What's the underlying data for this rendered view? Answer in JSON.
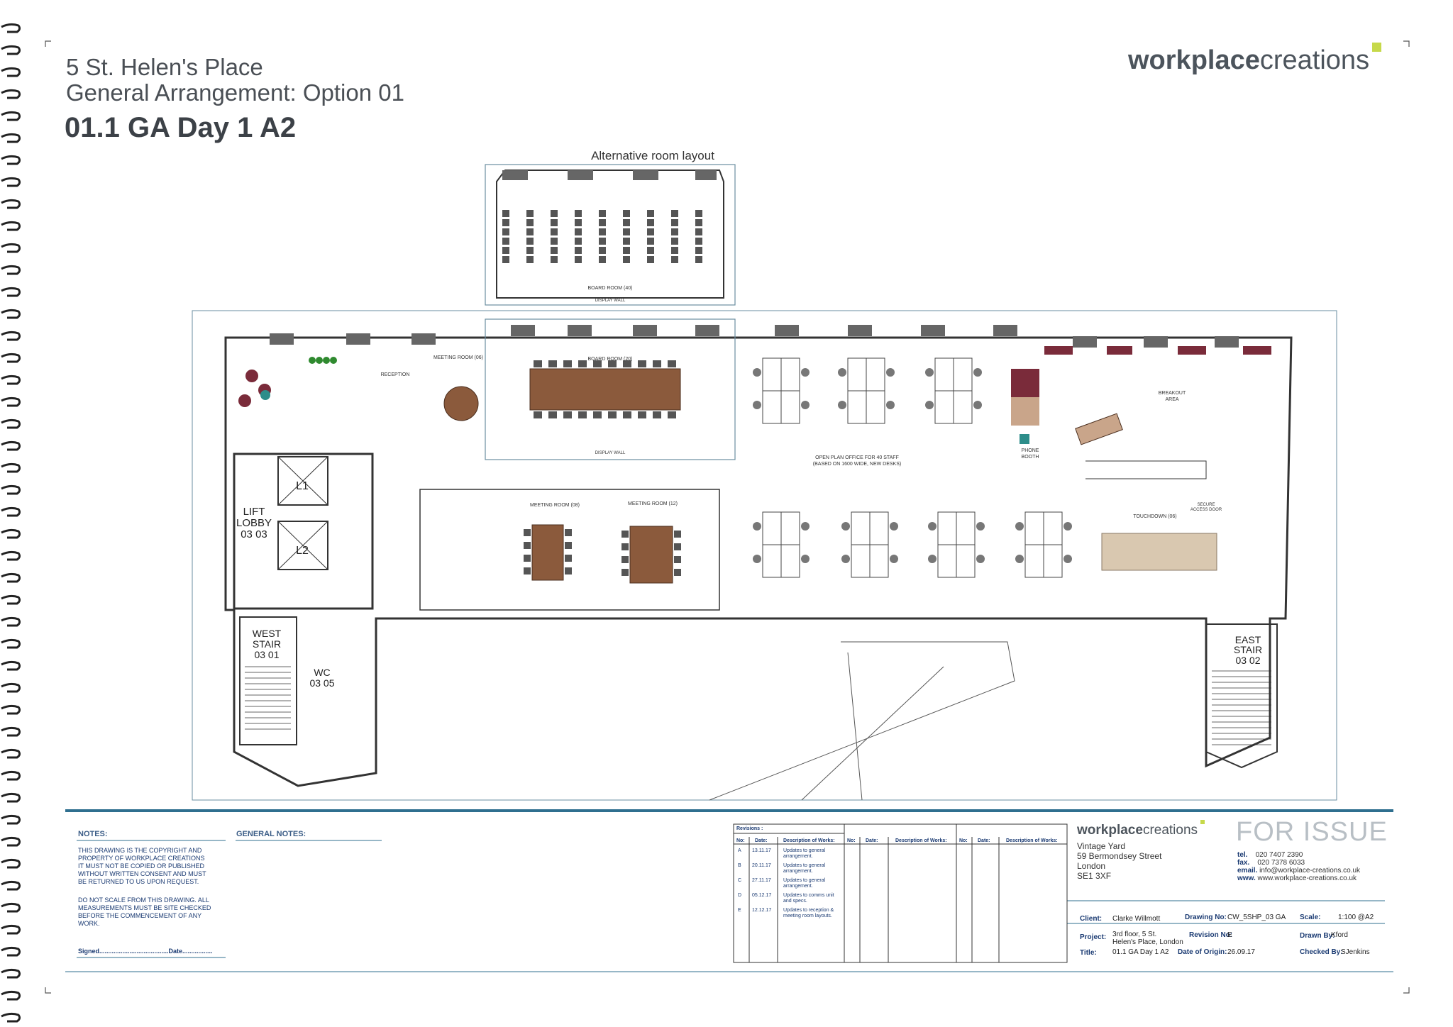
{
  "header": {
    "line1": "5 St. Helen's Place",
    "line2": "General Arrangement: Option 01",
    "line3": "01.1 GA Day 1 A2"
  },
  "logo": {
    "bold": "workplace",
    "light": "creations"
  },
  "plan": {
    "alt_title": "Alternative room layout",
    "board_room_40": "BOARD ROOM (40)",
    "display_wall": "DISPLAY WALL",
    "board_room_20": "BOARD ROOM (20)",
    "meeting_06": "MEETING ROOM (06)",
    "reception": "RECEPTION",
    "lift_lobby": [
      "LIFT",
      "LOBBY",
      "03 03"
    ],
    "l1": "L1",
    "l2": "L2",
    "west_stair": [
      "WEST",
      "STAIR",
      "03 01"
    ],
    "wc": [
      "WC",
      "03 05"
    ],
    "east_stair": [
      "EAST",
      "STAIR",
      "03 02"
    ],
    "meeting_08": "MEETING ROOM (08)",
    "meeting_12": "MEETING ROOM (12)",
    "open_plan": [
      "OPEN PLAN OFFICE FOR 40 STAFF",
      "(BASED ON 1600 WIDE, NEW DESKS)"
    ],
    "breakout": [
      "BREAKOUT",
      "AREA"
    ],
    "phone_booth": [
      "PHONE",
      "BOOTH"
    ],
    "touchdown": "TOUCHDOWN (06)",
    "secure_access": [
      "SECURE",
      "ACCESS DOOR"
    ]
  },
  "notes": {
    "heading": "NOTES:",
    "para1": [
      "THIS DRAWING IS THE COPYRIGHT AND",
      "PROPERTY OF WORKPLACE CREATIONS",
      "IT MUST NOT BE COPIED OR PUBLISHED",
      "WITHOUT WRITTEN CONSENT AND MUST",
      "BE RETURNED TO US UPON REQUEST."
    ],
    "para2": [
      "DO NOT SCALE FROM THIS DRAWING. ALL",
      "MEASUREMENTS MUST BE SITE CHECKED",
      "BEFORE THE COMMENCEMENT OF ANY",
      "WORK."
    ],
    "signed": "Signed.......................................Date.................",
    "general_heading": "GENERAL NOTES:"
  },
  "revisions": {
    "heading": "Revisions :",
    "cols": [
      "No:",
      "Date:",
      "Description of Works:"
    ],
    "rows": [
      {
        "no": "A",
        "date": "13.11.17",
        "desc": "Updates to general arrangement."
      },
      {
        "no": "B",
        "date": "20.11.17",
        "desc": "Updates to general arrangement."
      },
      {
        "no": "C",
        "date": "27.11.17",
        "desc": "Updates to general arrangement."
      },
      {
        "no": "D",
        "date": "05.12.17",
        "desc": "Updates to comms unit and specs."
      },
      {
        "no": "E",
        "date": "12.12.17",
        "desc": "Updates to reception & meeting room layouts."
      }
    ]
  },
  "company": {
    "address": [
      "Vintage Yard",
      "59 Bermondsey Street",
      "London",
      "SE1 3XF"
    ],
    "status": "FOR ISSUE",
    "tel_label": "tel.",
    "tel": "020 7407 2390",
    "fax_label": "fax.",
    "fax": "020 7378 6033",
    "email_label": "email.",
    "email": "info@workplace-creations.co.uk",
    "www_label": "www.",
    "www": "www.workplace-creations.co.uk"
  },
  "titleblock": {
    "client_label": "Client:",
    "client": "Clarke Willmott",
    "drawing_label": "Drawing No:",
    "drawing": "CW_5SHP_03 GA",
    "scale_label": "Scale:",
    "scale": "1:100 @A2",
    "project_label": "Project:",
    "project": [
      "3rd floor, 5 St.",
      "Helen's Place, London"
    ],
    "revision_label": "Revision No:",
    "revision": "E",
    "drawn_label": "Drawn By:",
    "drawn": "Kford",
    "title_label": "Title:",
    "title": "01.1 GA Day 1 A2",
    "origin_label": "Date of Origin:",
    "origin": "26.09.17",
    "checked_label": "Checked By:",
    "checked": "SJenkins"
  },
  "colors": {
    "accent": "#c6d94a",
    "navy": "#1a3a72",
    "rule": "#2f6f8f",
    "wall": "#333333",
    "furniture": "#8b5a3c"
  }
}
